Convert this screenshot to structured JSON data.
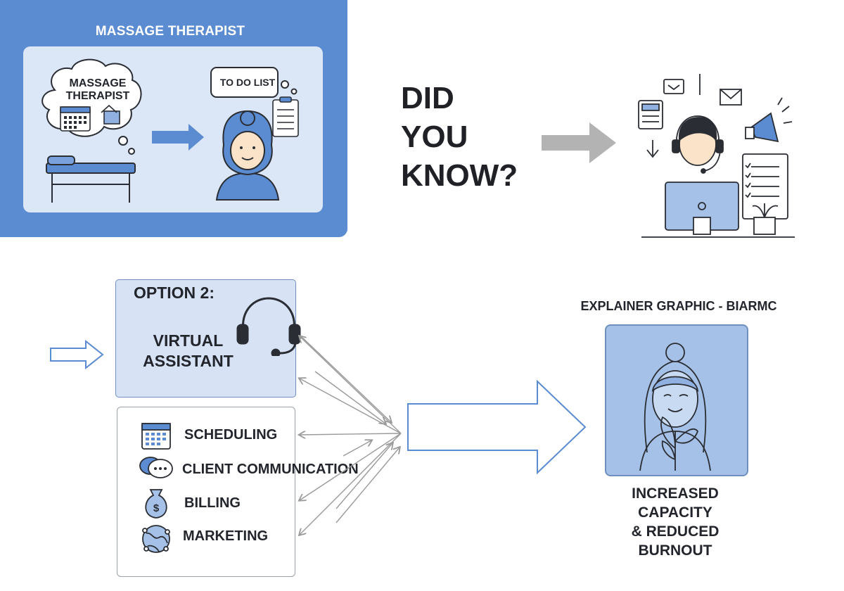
{
  "top_panel": {
    "title": "MASSAGE THERAPIST",
    "thought_bubble_text": "MASSAGE THERAPIST",
    "todo_bubble_text": "TO DO LIST"
  },
  "headline": {
    "line1": "DID",
    "line2": "YOU",
    "line3": "KNOW?"
  },
  "option": {
    "title": "OPTION 2:",
    "name_line1": "VIRTUAL",
    "name_line2": "ASSISTANT"
  },
  "tasks": [
    {
      "label": "SCHEDULING",
      "icon": "calendar-icon"
    },
    {
      "label": "CLIENT COMMUNICATION",
      "icon": "chat-bubbles-icon"
    },
    {
      "label": "BILLING",
      "icon": "money-bag-icon"
    },
    {
      "label": "MARKETING",
      "icon": "globe-network-icon"
    }
  ],
  "result": {
    "title": "EXPLAINER GRAPHIC - BIARMC",
    "line1": "INCREASED",
    "line2": "CAPACITY",
    "line3": "& REDUCED",
    "line4": "BURNOUT"
  },
  "colors": {
    "panel_blue": "#5b8bd0",
    "light_blue": "#dbe6f6",
    "mid_blue": "#a6c1e7",
    "accent_blue": "#5b8bd0",
    "gray_arrow": "#b3b3b3",
    "ink": "#22252b"
  }
}
